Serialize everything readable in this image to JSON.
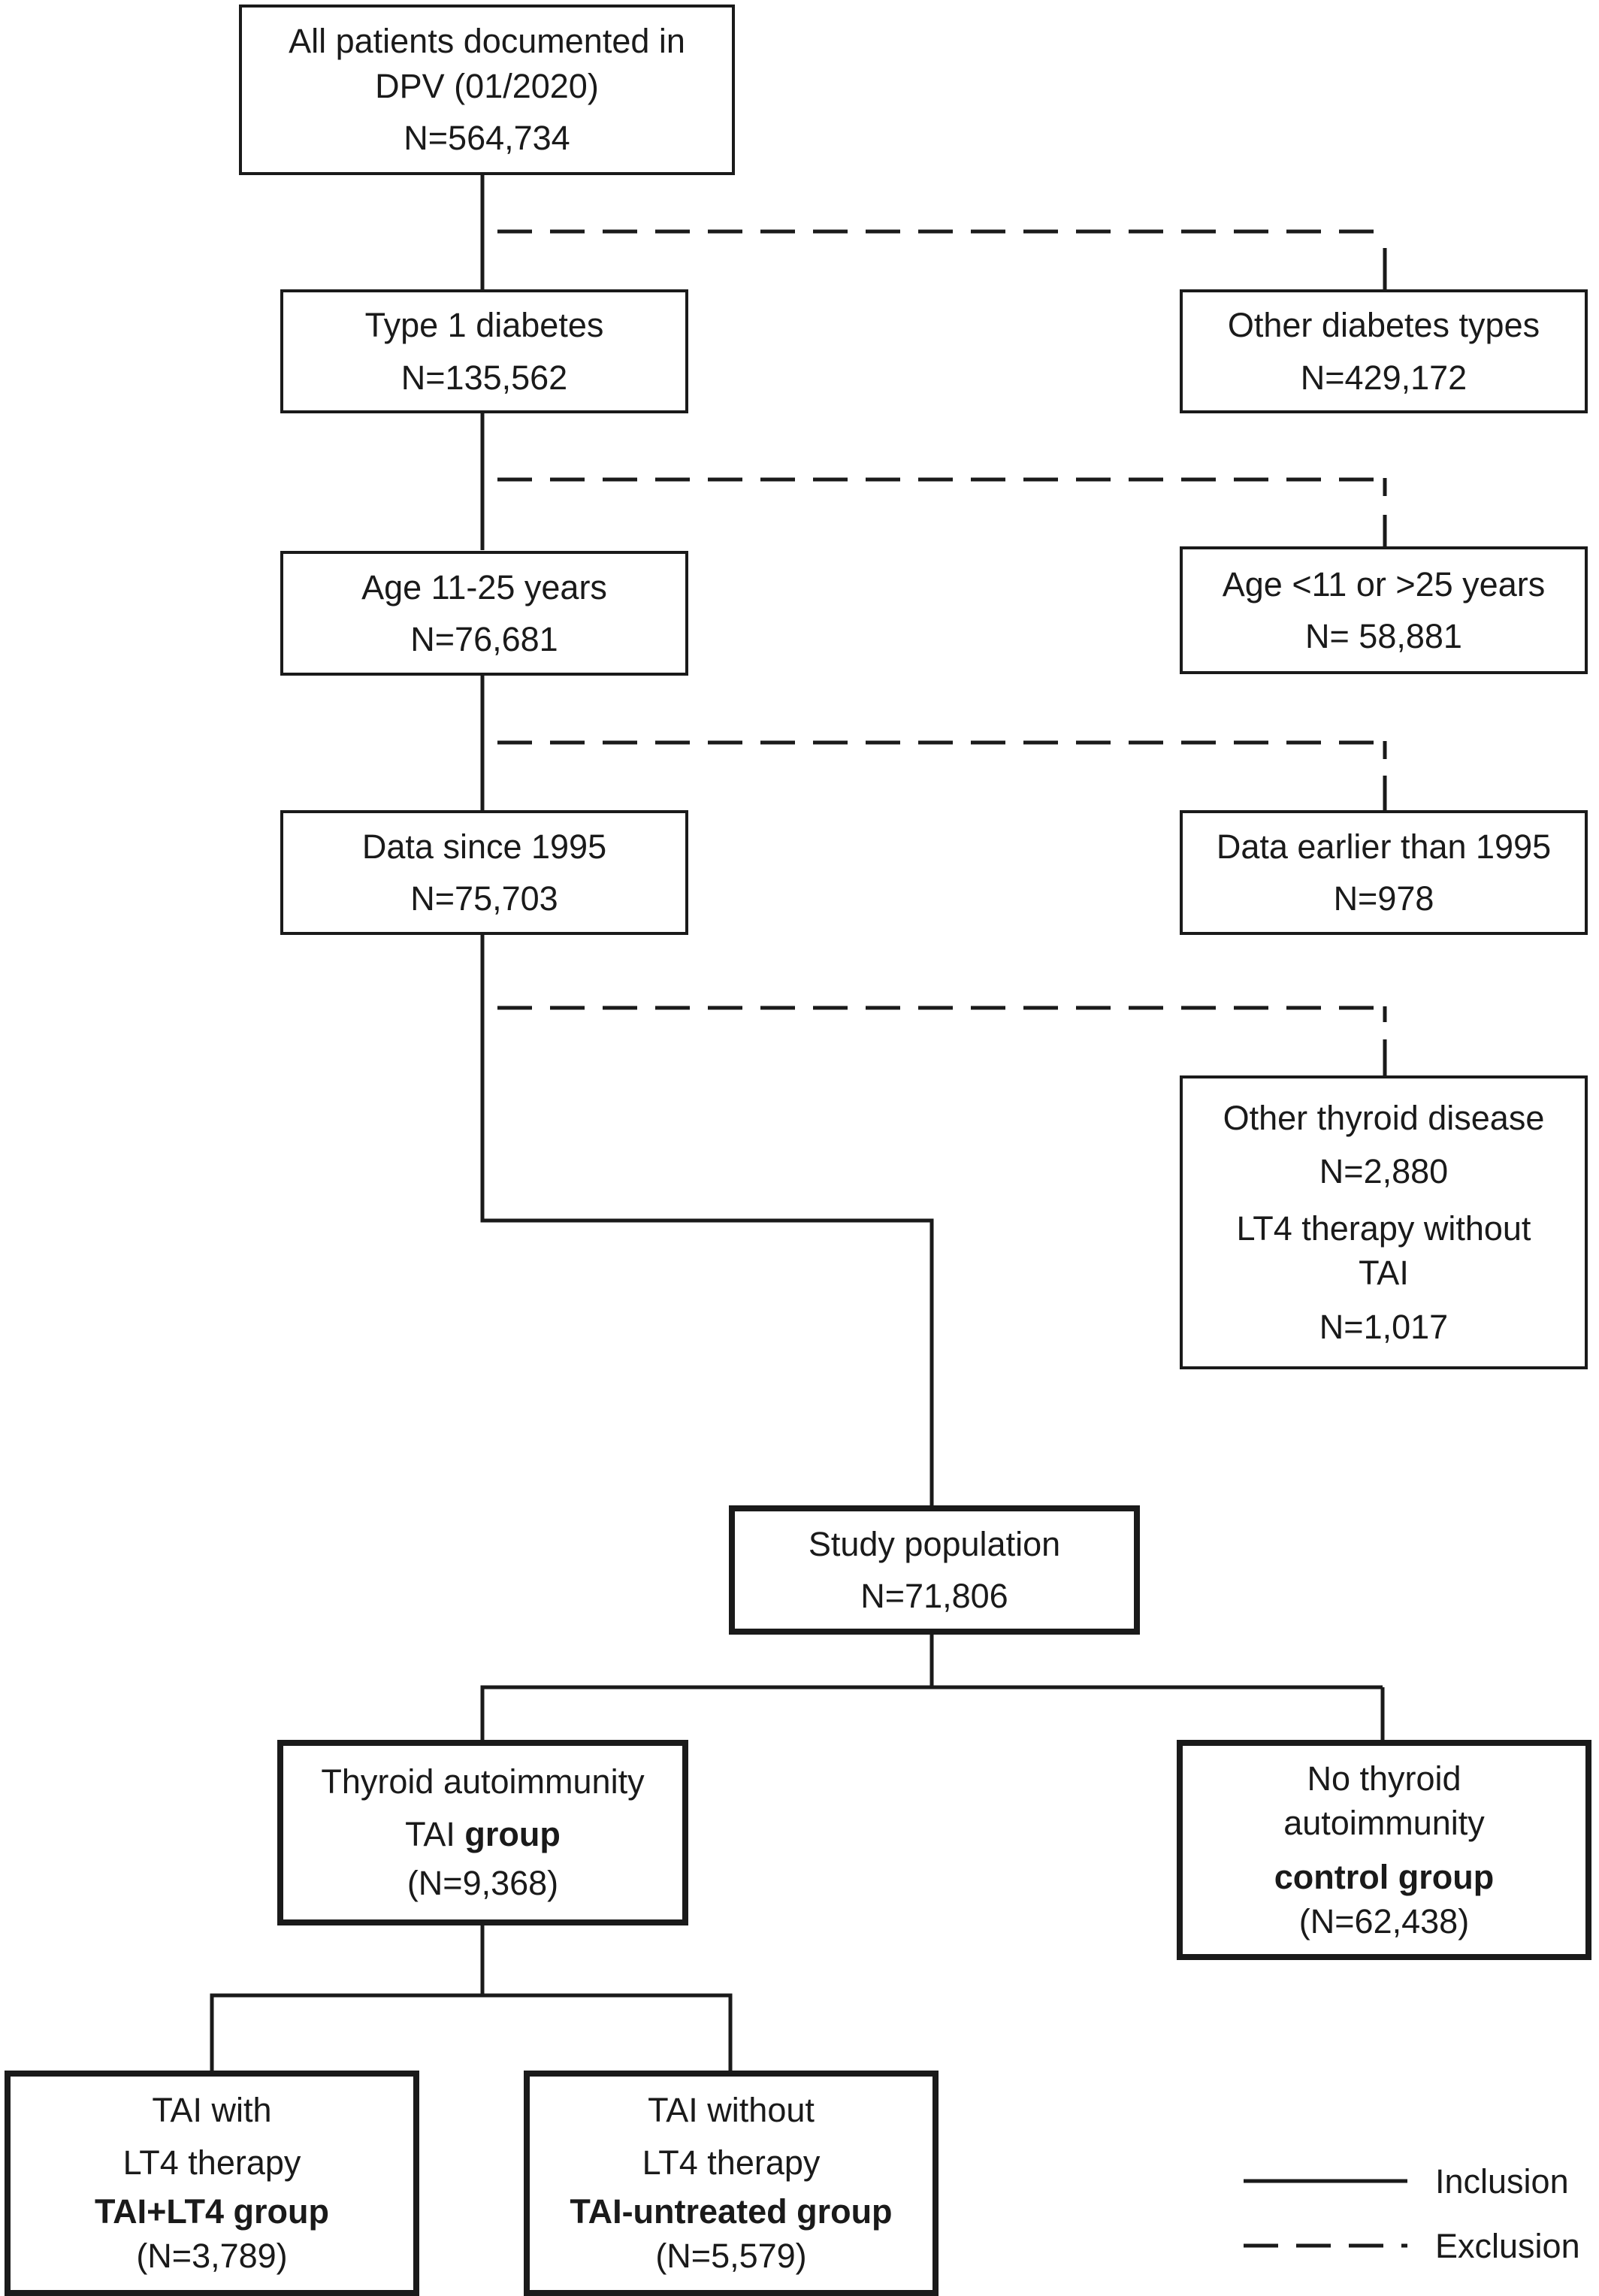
{
  "boxes": {
    "all": {
      "line1": "All patients documented in",
      "line2": "DPV (01/2020)",
      "n": "N=564,734"
    },
    "t1d": {
      "label": "Type 1 diabetes",
      "n": "N=135,562"
    },
    "other_types": {
      "label": "Other diabetes types",
      "n": "N=429,172"
    },
    "age": {
      "label": "Age 11-25 years",
      "n": "N=76,681"
    },
    "age_excl": {
      "label": "Age <11 or >25 years",
      "n": "N= 58,881"
    },
    "data_since": {
      "label": "Data since 1995",
      "n": "N=75,703"
    },
    "data_earlier": {
      "label": "Data earlier than 1995",
      "n": "N=978"
    },
    "thyroid_excl": {
      "label1": "Other thyroid disease",
      "n1": "N=2,880",
      "label2a": "LT4 therapy without",
      "label2b": "TAI",
      "n2": "N=1,017"
    },
    "study": {
      "label": "Study population",
      "n": "N=71,806"
    },
    "tai": {
      "line1": "Thyroid autoimmunity",
      "line2_pre": "TAI ",
      "line2_bold": "group",
      "n": "(N=9,368)"
    },
    "control": {
      "line1": "No thyroid",
      "line2": "autoimmunity",
      "bold": "control group",
      "n": "(N=62,438)"
    },
    "tai_lt4": {
      "line1": "TAI with",
      "line2": "LT4 therapy",
      "bold": "TAI+LT4 group",
      "n": "(N=3,789)"
    },
    "tai_untreated": {
      "line1": "TAI without",
      "line2": "LT4 therapy",
      "bold": "TAI-untreated group",
      "n": "(N=5,579)"
    }
  },
  "legend": {
    "inclusion": "Inclusion",
    "exclusion": "Exclusion"
  }
}
